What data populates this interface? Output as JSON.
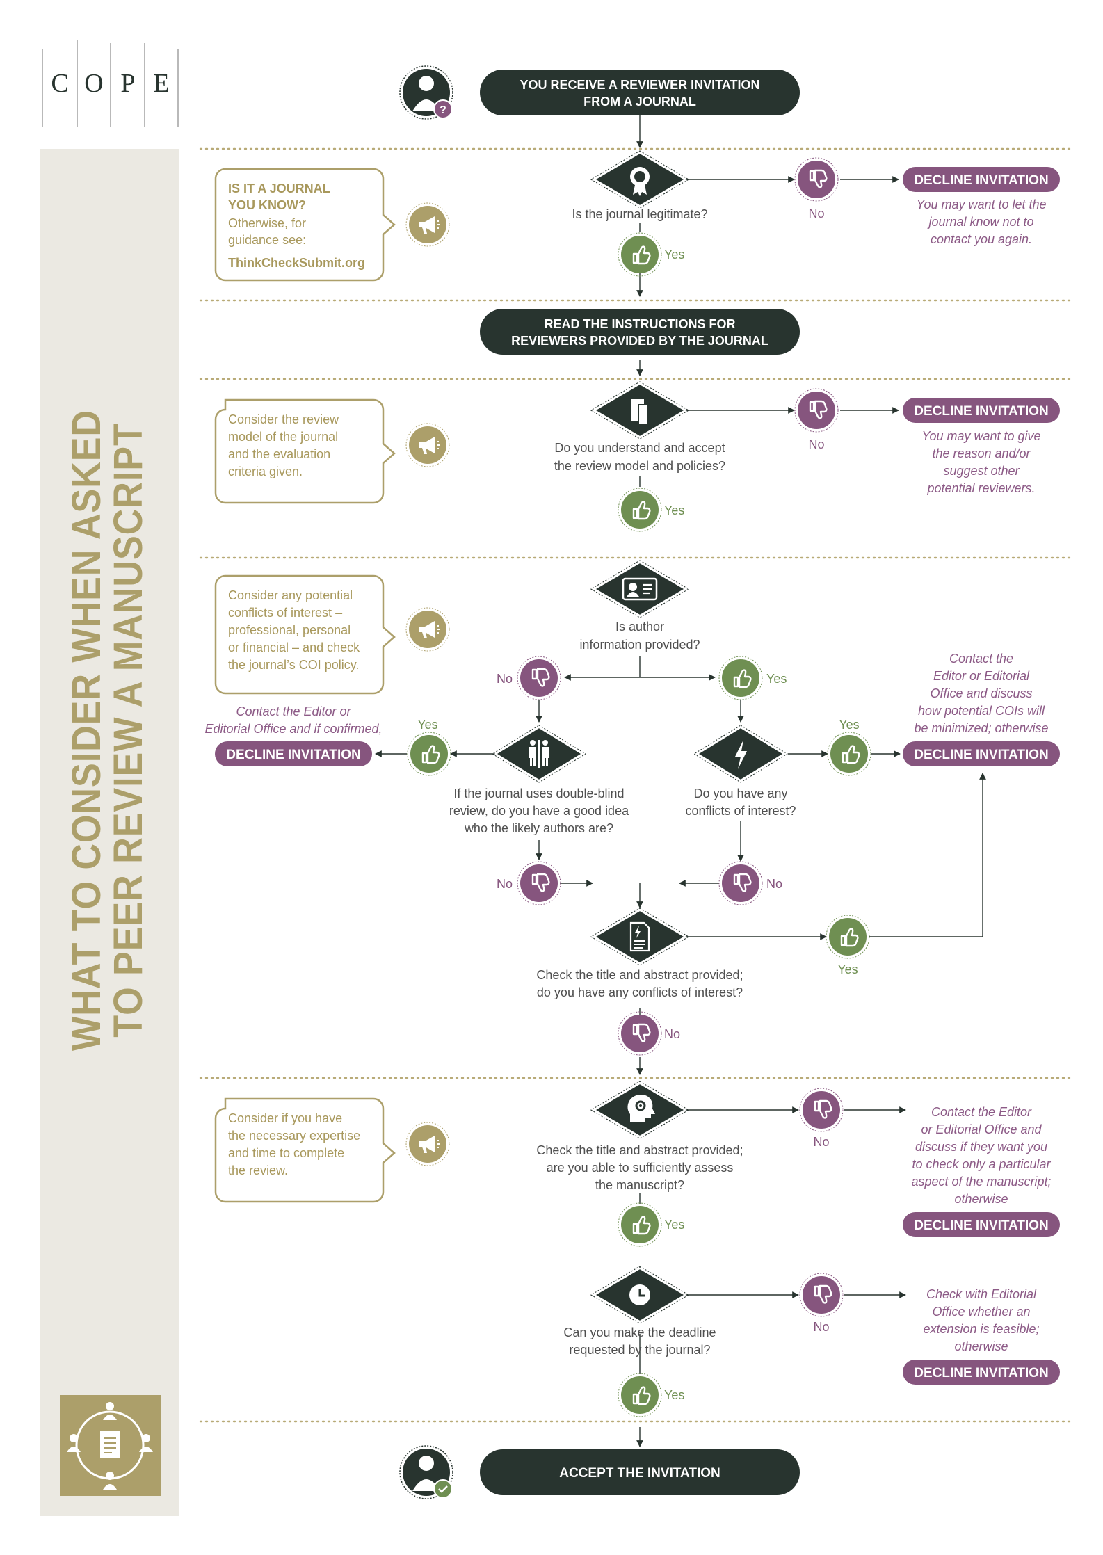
{
  "logo": {
    "letters": [
      "C",
      "O",
      "P",
      "E"
    ]
  },
  "side_title": {
    "line1": "WHAT TO CONSIDER WHEN ASKED",
    "line2": "TO PEER REVIEW A MANUSCRIPT"
  },
  "colors": {
    "dark": "#28342f",
    "olive": "#ac9f6a",
    "olive_text": "#a8985c",
    "green": "#6f8f52",
    "purple": "#86557e",
    "purple_text": "#8c5a86",
    "gray_text": "#4f4f4f",
    "side_bg": "#ebe9e2",
    "dotted": "#b8aa77"
  },
  "start": {
    "text": [
      "YOU RECEIVE A REVIEWER INVITATION",
      "FROM A JOURNAL"
    ]
  },
  "step_read": {
    "text": [
      "READ THE INSTRUCTIONS FOR",
      "REVIEWERS PROVIDED BY THE JOURNAL"
    ]
  },
  "end": {
    "text": "ACCEPT THE INVITATION"
  },
  "labels": {
    "yes": "Yes",
    "no": "No",
    "decline": "DECLINE INVITATION"
  },
  "tips": {
    "journal": {
      "bold": [
        "IS IT A JOURNAL",
        "YOU KNOW?"
      ],
      "lines": [
        "Otherwise, for",
        "guidance see:"
      ],
      "link": "ThinkCheckSubmit.org"
    },
    "model": {
      "lines": [
        "Consider the review",
        "model of the journal",
        "and the evaluation",
        "criteria given."
      ]
    },
    "coi": {
      "lines": [
        "Consider any potential",
        "conflicts of interest –",
        "professional, personal",
        "or financial – and check",
        "the journal’s COI policy."
      ]
    },
    "expertise": {
      "lines": [
        "Consider if you have",
        "the necessary expertise",
        "and time to complete",
        "the review."
      ]
    }
  },
  "questions": {
    "legit": [
      "Is the journal legitimate?"
    ],
    "model": [
      "Do you understand and accept",
      "the review model and policies?"
    ],
    "author": [
      "Is author",
      "information provided?"
    ],
    "blind": [
      "If the journal uses double-blind",
      "review, do you have a good idea",
      "who the likely authors are?"
    ],
    "coi": [
      "Do you have any",
      "conflicts of interest?"
    ],
    "abstract_coi": [
      "Check the title and abstract provided;",
      "do you have any conflicts of interest?"
    ],
    "assess": [
      "Check the title and abstract provided;",
      "are you able to sufficiently assess",
      "the manuscript?"
    ],
    "deadline": [
      "Can you make the deadline",
      "requested by the journal?"
    ]
  },
  "notes": {
    "legit_no": [
      "You may want to let the",
      "journal know not to",
      "contact you again."
    ],
    "model_no": [
      "You may want to give",
      "the reason and/or",
      "suggest other",
      "potential reviewers."
    ],
    "blind_yes": [
      "Contact the Editor or",
      "Editorial Office and if confirmed,"
    ],
    "coi_yes": [
      "Contact the",
      "Editor or Editorial",
      "Office and discuss",
      "how potential COIs will",
      "be minimized; otherwise"
    ],
    "assess_no": [
      "Contact the Editor",
      "or Editorial Office and",
      "discuss if they want you",
      "to check only a particular",
      "aspect of the manuscript;",
      "otherwise"
    ],
    "deadline_no": [
      "Check with Editorial",
      "Office whether an",
      "extension is feasible;",
      "otherwise"
    ]
  }
}
